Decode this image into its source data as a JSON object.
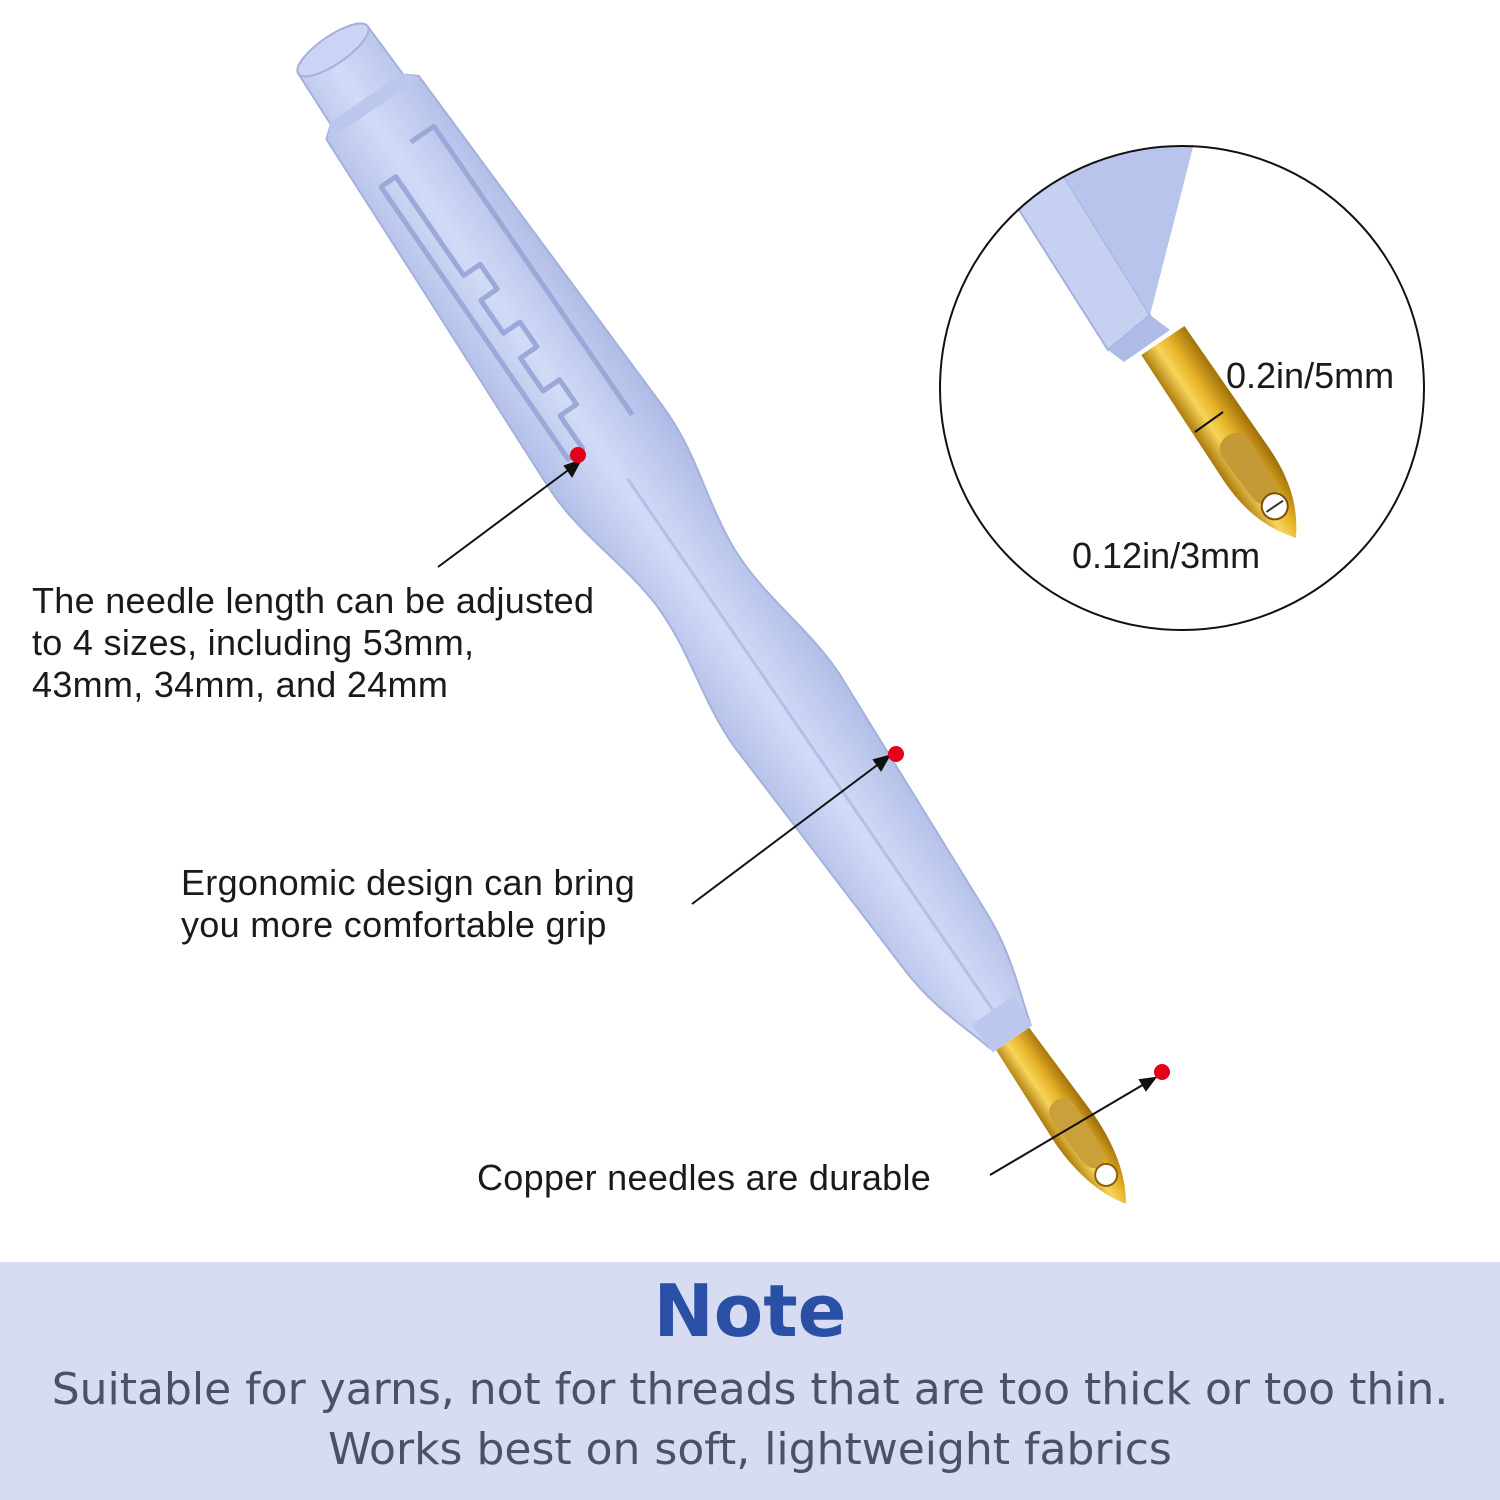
{
  "callouts": {
    "needle_length": {
      "lines": [
        "The needle length can be adjusted",
        "to 4 sizes, including 53mm,",
        "43mm, 34mm, and 24mm"
      ]
    },
    "ergonomic": {
      "lines": [
        "Ergonomic design can bring",
        "you more comfortable grip"
      ]
    },
    "copper": {
      "lines": [
        "Copper needles are durable"
      ]
    }
  },
  "zoom_detail": {
    "outer_diameter": "0.2in/5mm",
    "inner_diameter": "0.12in/3mm"
  },
  "note": {
    "title": "Note",
    "line_1": "Suitable for yarns, not for threads that are too thick or too thin.",
    "line_2": "Works best on soft, lightweight fabrics"
  },
  "colors": {
    "handle": "#c9d3f2",
    "handle_shadow": "#a9b6e2",
    "needle_gold": "#e7b62c",
    "marker_dot": "#e4001b",
    "note_band": "#d8dcf3",
    "note_title": "#2950a4"
  }
}
